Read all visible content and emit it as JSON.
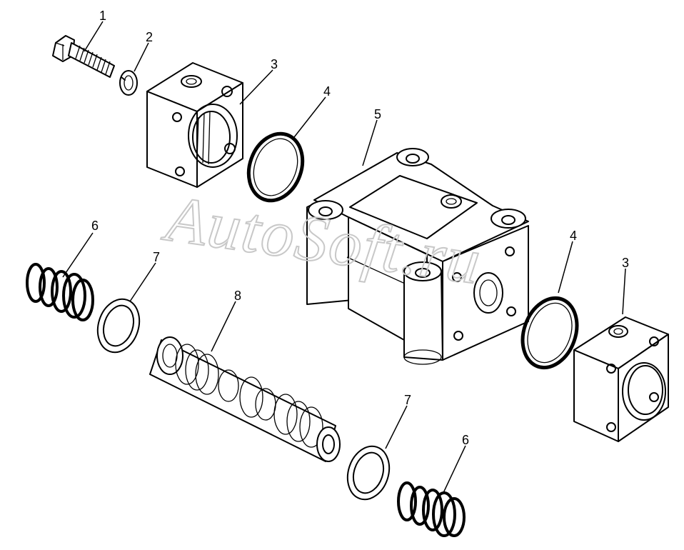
{
  "watermark": "AutoSoft.ru",
  "callouts": {
    "c1": "1",
    "c2": "2",
    "c3a": "3",
    "c3b": "3",
    "c4a": "4",
    "c4b": "4",
    "c5": "5",
    "c6a": "6",
    "c6b": "6",
    "c7a": "7",
    "c7b": "7",
    "c8": "8"
  }
}
